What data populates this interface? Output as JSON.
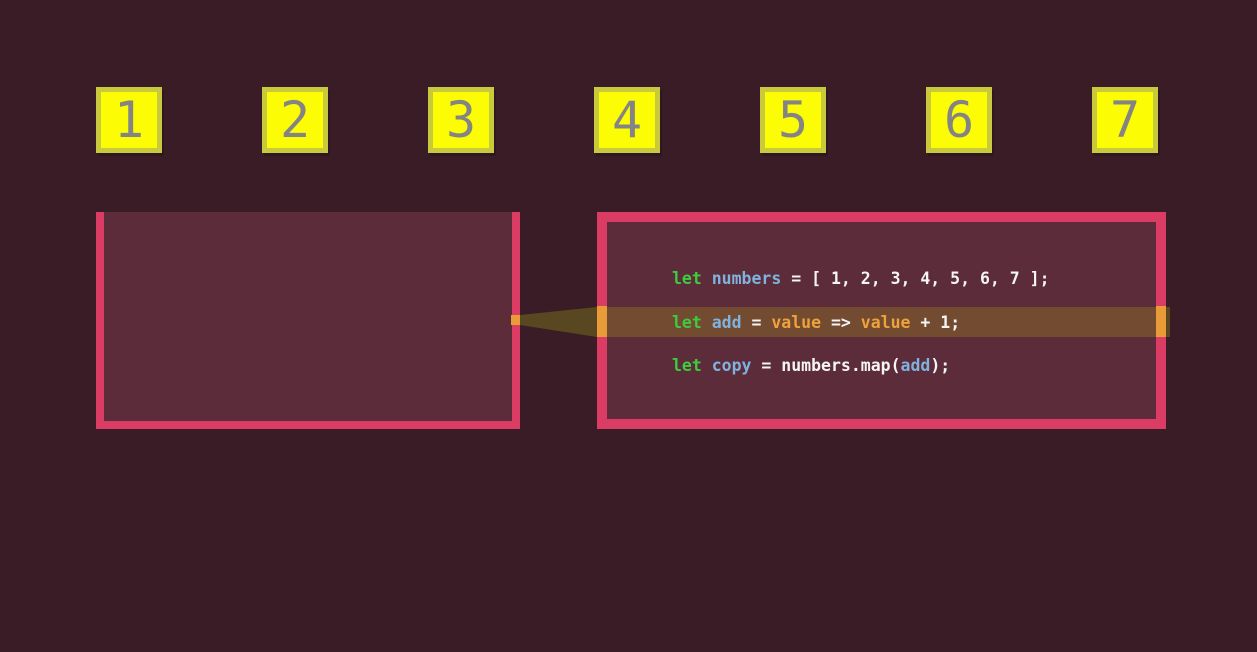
{
  "theme": {
    "background": "#3a1c26",
    "container_fill": "#5d2c3b",
    "container_border": "#da3c64",
    "item_fill": "#fcfc04",
    "item_border": "#c9c93e",
    "item_text": "#848484",
    "code_keyword": "#3ecb3e",
    "code_identifier": "#7fb2dd",
    "code_parameter": "#efa23b",
    "code_plain": "#f5f5f5",
    "beam_fill": "#594721",
    "beam_tab": "#e89b37",
    "highlight_fill": "#734b30"
  },
  "array_items": [
    "1",
    "2",
    "3",
    "4",
    "5",
    "6",
    "7"
  ],
  "code": {
    "highlighted_line_index": 1,
    "lines": [
      {
        "tokens": [
          {
            "t": "let",
            "c": "keyword"
          },
          {
            "t": " ",
            "c": "plain"
          },
          {
            "t": "numbers",
            "c": "identifier"
          },
          {
            "t": " = [ 1, 2, 3, 4, 5, 6, 7 ];",
            "c": "plain"
          }
        ]
      },
      {
        "tokens": [
          {
            "t": "let",
            "c": "keyword"
          },
          {
            "t": " ",
            "c": "plain"
          },
          {
            "t": "add",
            "c": "identifier"
          },
          {
            "t": " = ",
            "c": "plain"
          },
          {
            "t": "value",
            "c": "parameter"
          },
          {
            "t": " => ",
            "c": "plain"
          },
          {
            "t": "value",
            "c": "parameter"
          },
          {
            "t": " + 1;",
            "c": "plain"
          }
        ]
      },
      {
        "tokens": [
          {
            "t": "let",
            "c": "keyword"
          },
          {
            "t": " ",
            "c": "plain"
          },
          {
            "t": "copy",
            "c": "identifier"
          },
          {
            "t": " = numbers.map(",
            "c": "plain"
          },
          {
            "t": "add",
            "c": "identifier"
          },
          {
            "t": ");",
            "c": "plain"
          }
        ]
      }
    ]
  }
}
